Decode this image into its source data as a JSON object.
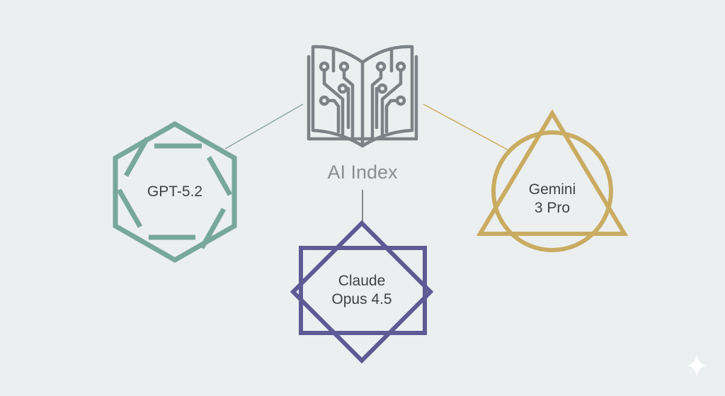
{
  "center": {
    "label": "AI Index",
    "icon": "circuit-book-icon"
  },
  "nodes": [
    {
      "label_lines": [
        "GPT-5.2"
      ],
      "shape": "hexagon",
      "color": "#77a89a"
    },
    {
      "label_lines": [
        "Claude",
        "Opus 4.5"
      ],
      "shape": "square-star",
      "color": "#5d5a95"
    },
    {
      "label_lines": [
        "Gemini",
        "3 Pro"
      ],
      "shape": "triangle-circle",
      "color": "#c9ac62"
    }
  ],
  "colors": {
    "book": "#7c8285",
    "text": "#3f4247",
    "background": "#eceff0"
  }
}
